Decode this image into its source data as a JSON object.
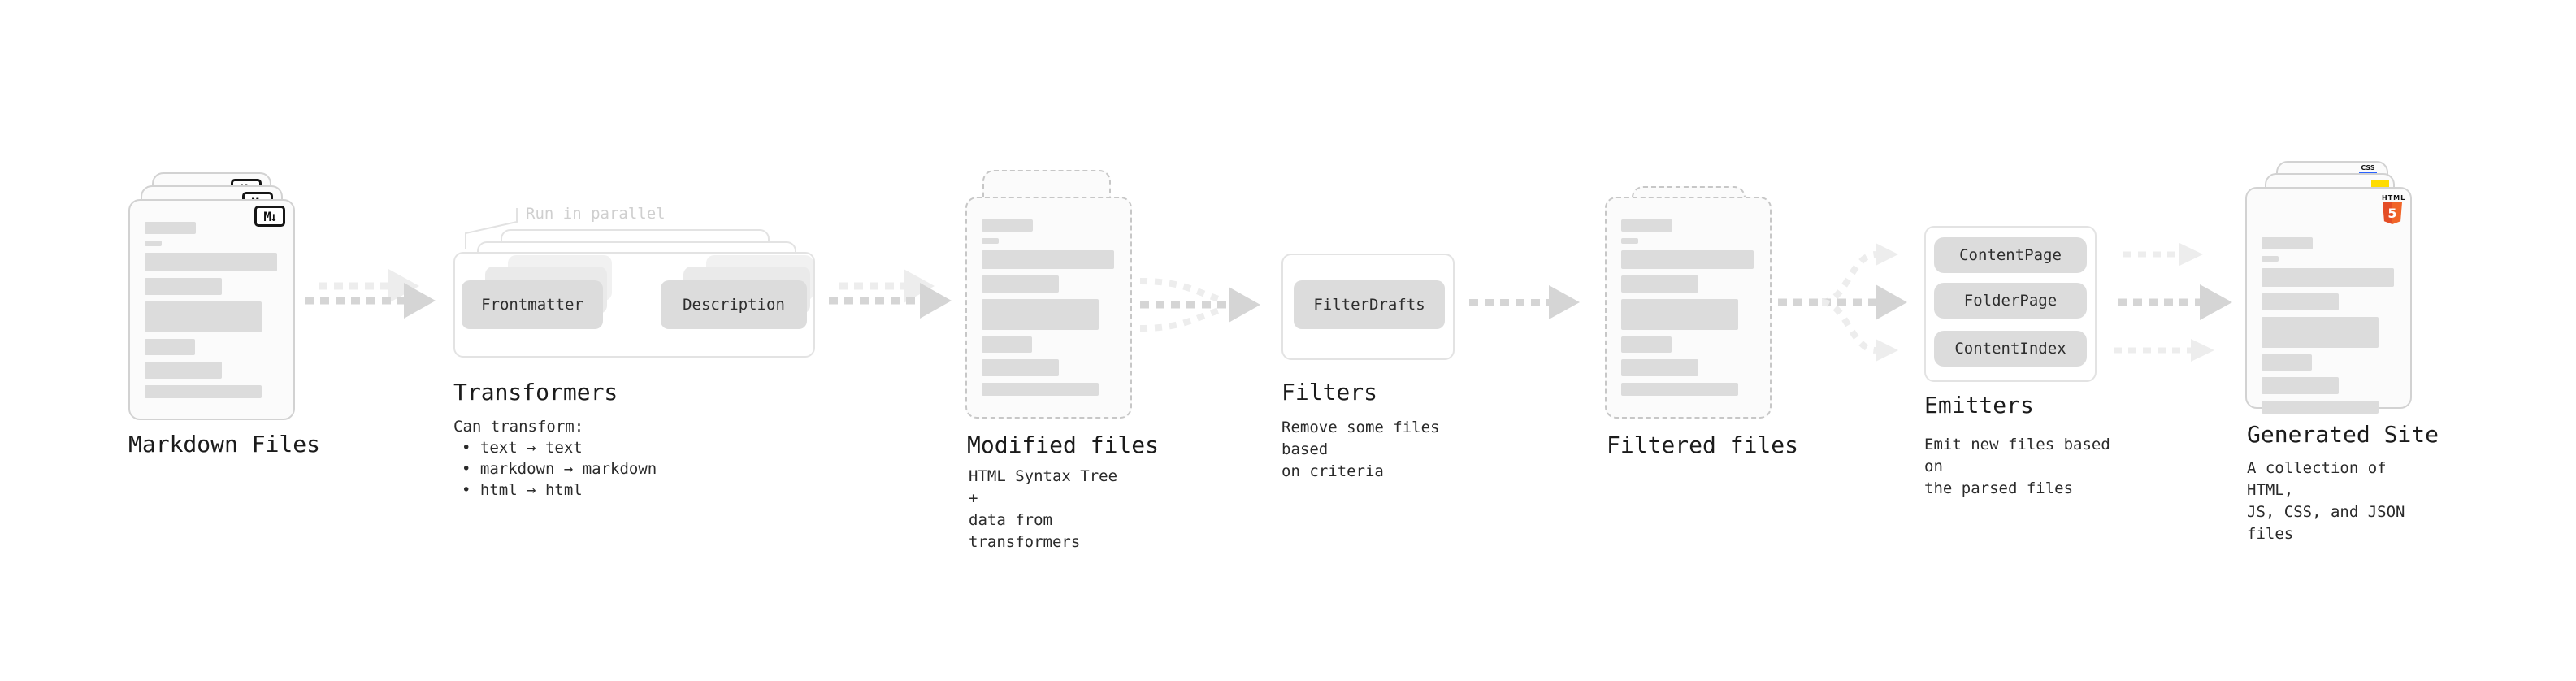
{
  "palette": {
    "doc_fill": "#fbfbfb",
    "doc_border": "#d2d2d2",
    "doc_border_dashed": "#c7c7c7",
    "bar": "#dcdcdc",
    "pill_bg": "#dcdcdc",
    "pill_ghost1": "#eaeaea",
    "pill_ghost2": "#f1f1f1",
    "box_border": "#e3e3e3",
    "arrow_main": "#d5d5d5",
    "arrow_ghost": "#ededed",
    "muted": "#cfcfcf",
    "js_yellow": "#ffdc00",
    "css_blue": "#2962ff",
    "html5_orange": "#e44d26"
  },
  "stages": {
    "markdown_files": {
      "title": "Markdown Files",
      "badge": "M↓"
    },
    "transformers": {
      "title": "Transformers",
      "note": "Run in parallel",
      "pill_input": "Frontmatter",
      "pill_output": "Description",
      "caption": "Can transform:",
      "bullets": [
        "• text → text",
        "• markdown → markdown",
        "• html → html"
      ]
    },
    "modified_files": {
      "title": "Modified files",
      "subtitle": "HTML Syntax Tree +\ndata from transformers"
    },
    "filters": {
      "title": "Filters",
      "pill": "FilterDrafts",
      "subtitle": "Remove some files based\non criteria"
    },
    "filtered_files": {
      "title": "Filtered files"
    },
    "emitters": {
      "title": "Emitters",
      "pills": [
        "ContentPage",
        "FolderPage",
        "ContentIndex"
      ],
      "subtitle": "Emit new files based on\nthe parsed files"
    },
    "generated_site": {
      "title": "Generated Site",
      "subtitle": "A collection of HTML,\nJS, CSS, and JSON files",
      "badges": {
        "html_label": "HTML",
        "html_number": "5",
        "css_label": "CSS"
      }
    }
  }
}
